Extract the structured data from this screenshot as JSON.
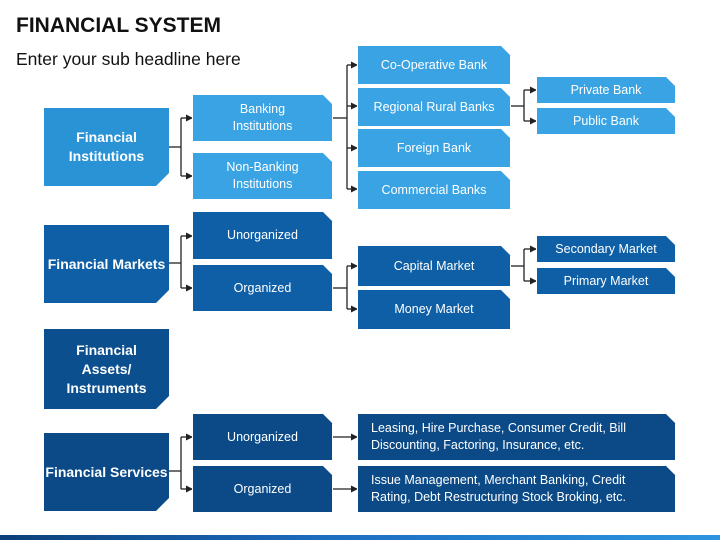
{
  "header": {
    "title": "FINANCIAL SYSTEM",
    "subtitle": "Enter your sub headline here"
  },
  "categories": {
    "institutions": "Financial Institutions",
    "markets": "Financial Markets",
    "assets": "Financial Assets/ Instruments",
    "services": "Financial Services"
  },
  "institutions": {
    "banking": "Banking Institutions",
    "non_banking": "Non-Banking Institutions",
    "banks": [
      "Co-Operative Bank",
      "Regional Rural Banks",
      "Foreign Bank",
      "Commercial Banks"
    ],
    "rrb_types": [
      "Private Bank",
      "Public Bank"
    ]
  },
  "markets": {
    "unorganized": "Unorganized",
    "organized": "Organized",
    "capital_market": "Capital Market",
    "money_market": "Money Market",
    "capital_types": [
      "Secondary Market",
      "Primary Market"
    ]
  },
  "services": {
    "unorganized": "Unorganized",
    "organized": "Organized",
    "unorganized_detail": "Leasing, Hire Purchase, Consumer Credit, Bill Discounting, Factoring, Insurance, etc.",
    "organized_detail": "Issue Management, Merchant Banking, Credit Rating, Debt Restructuring  Stock Broking, etc."
  }
}
